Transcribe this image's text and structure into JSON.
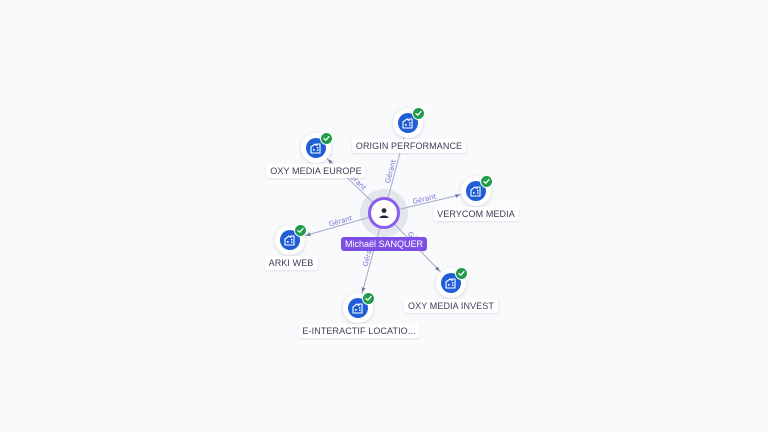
{
  "center": {
    "name": "Michaël SANQUER",
    "icon": "user-icon",
    "color": "#8a5cf0"
  },
  "edge_label": "Gérant",
  "companies": [
    {
      "id": "origin-performance",
      "name": "ORIGIN PERFORMANCE",
      "icon": "building-icon",
      "verified": true
    },
    {
      "id": "oxy-media-europe",
      "name": "OXY MEDIA EUROPE",
      "icon": "building-icon",
      "verified": true
    },
    {
      "id": "verycom-media",
      "name": "VERYCOM MEDIA",
      "icon": "building-icon",
      "verified": true
    },
    {
      "id": "arki-web",
      "name": "ARKI WEB",
      "icon": "building-icon",
      "verified": true
    },
    {
      "id": "oxy-media-invest",
      "name": "OXY MEDIA INVEST",
      "icon": "building-icon",
      "verified": true
    },
    {
      "id": "e-interactif-location",
      "name": "E-INTERACTIF LOCATIO...",
      "icon": "building-icon",
      "verified": true
    }
  ],
  "colors": {
    "company": "#1f5ed6",
    "verified": "#1f9d4a",
    "edge_label": "#7b6fd9",
    "person_label_bg": "#7e4fe6"
  }
}
